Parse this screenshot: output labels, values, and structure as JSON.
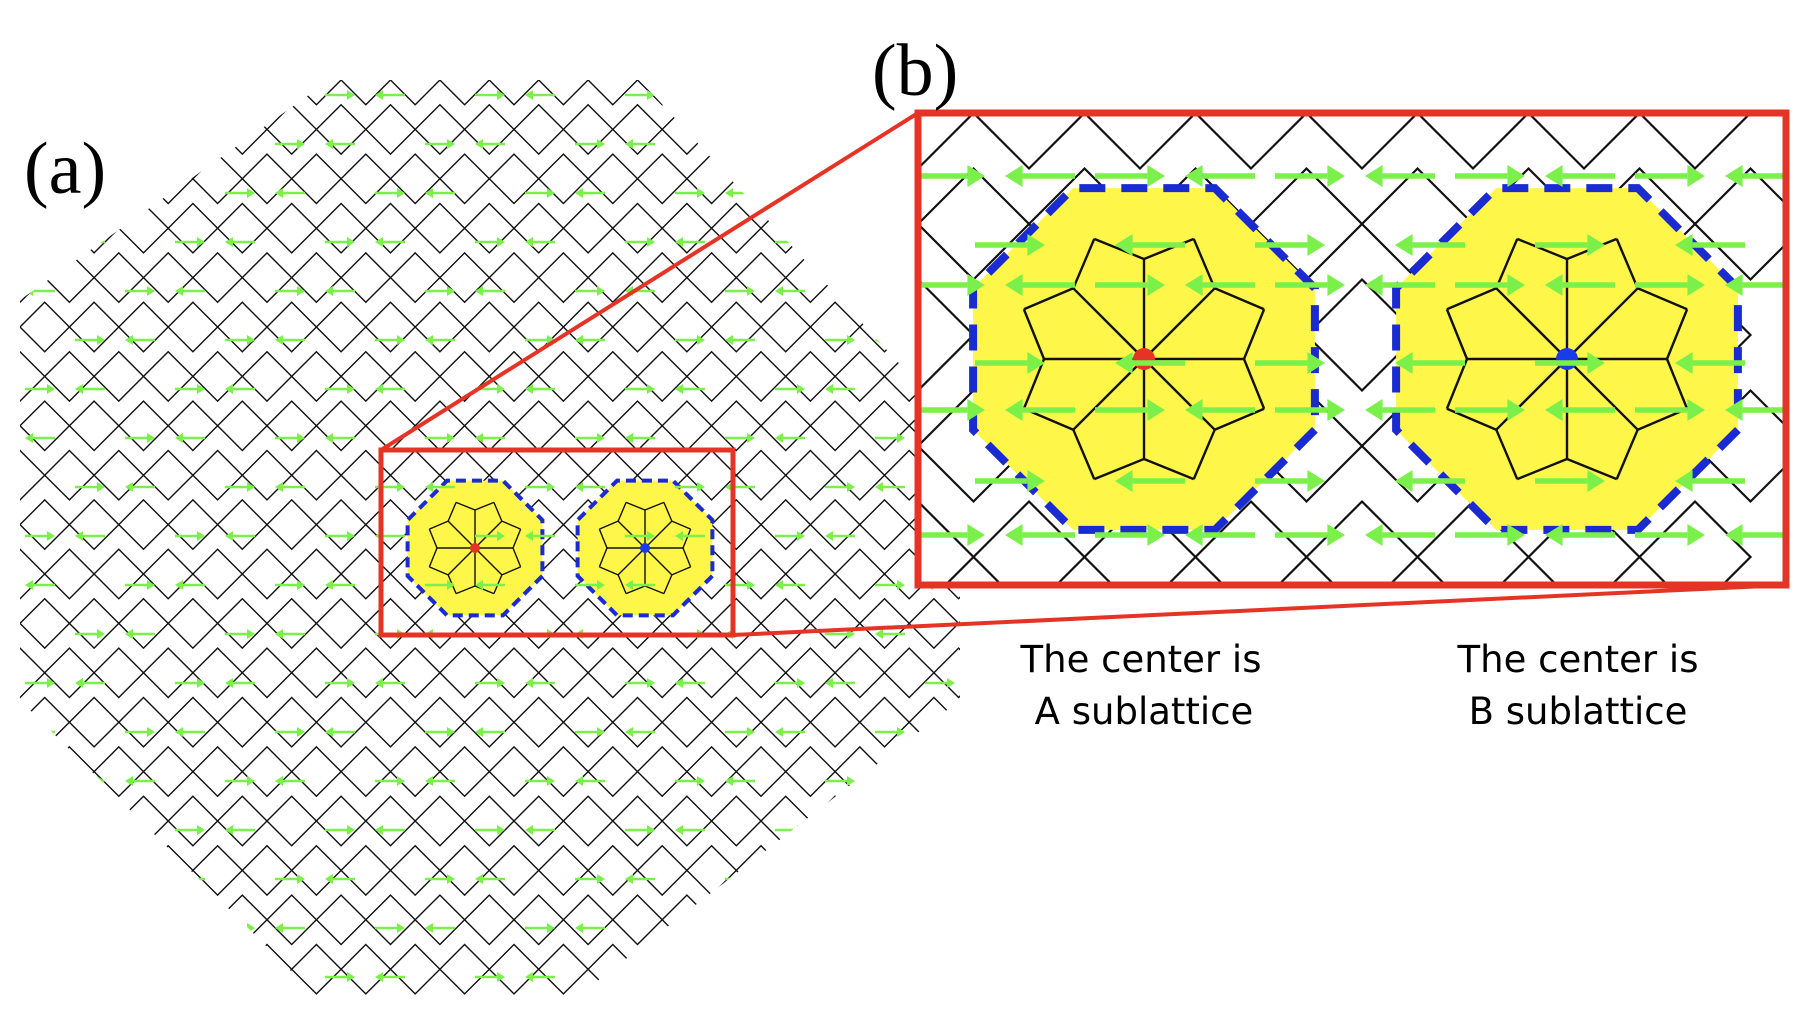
{
  "panels": {
    "a_label": "(a)",
    "b_label": "(b)"
  },
  "captions": {
    "left_line1": "The center is",
    "left_line2": "A sublattice",
    "right_line1": "The center is",
    "right_line2": "B sublattice"
  },
  "colors": {
    "lattice_edge": "#111111",
    "arrow": "#7CF04A",
    "region_fill": "#FFF64A",
    "region_boundary": "#1A2BD1",
    "highlight_box": "#E53325",
    "center_A": "#E53325",
    "center_B": "#1A3BE8"
  },
  "icons": {
    "center_A_marker": "red-dot",
    "center_B_marker": "blue-dot",
    "flux_arrow": "green-arrow"
  }
}
